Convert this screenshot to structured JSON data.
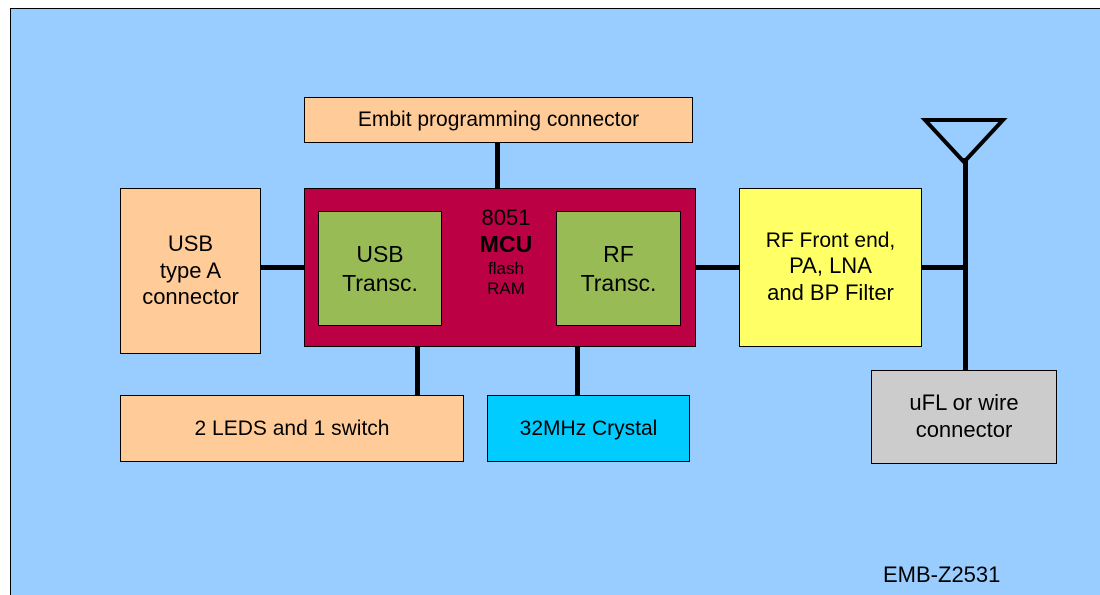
{
  "blocks": {
    "programming_connector": "Embit programming connector",
    "usb_connector": [
      "USB",
      "type A",
      "connector"
    ],
    "usb_transceiver": [
      "USB",
      "Transc."
    ],
    "mcu": [
      "8051",
      "MCU",
      "flash",
      "RAM"
    ],
    "rf_transceiver": [
      "RF",
      "Transc."
    ],
    "rf_front_end": [
      "RF Front end,",
      "PA, LNA",
      "and BP Filter"
    ],
    "leds_switch": "2 LEDS and 1 switch",
    "crystal": "32MHz Crystal",
    "ufl_connector": [
      "uFL or wire",
      "connector"
    ]
  },
  "model": "EMB-Z2531",
  "colors": {
    "background": "#99ccff",
    "connector_boxes": "#ffcc99",
    "transceivers": "#99bb55",
    "mcu": "#bb0044",
    "rf_front_end": "#ffff66",
    "crystal": "#00ccff",
    "ufl_connector": "#cccccc"
  },
  "icons": [
    "antenna-icon"
  ]
}
